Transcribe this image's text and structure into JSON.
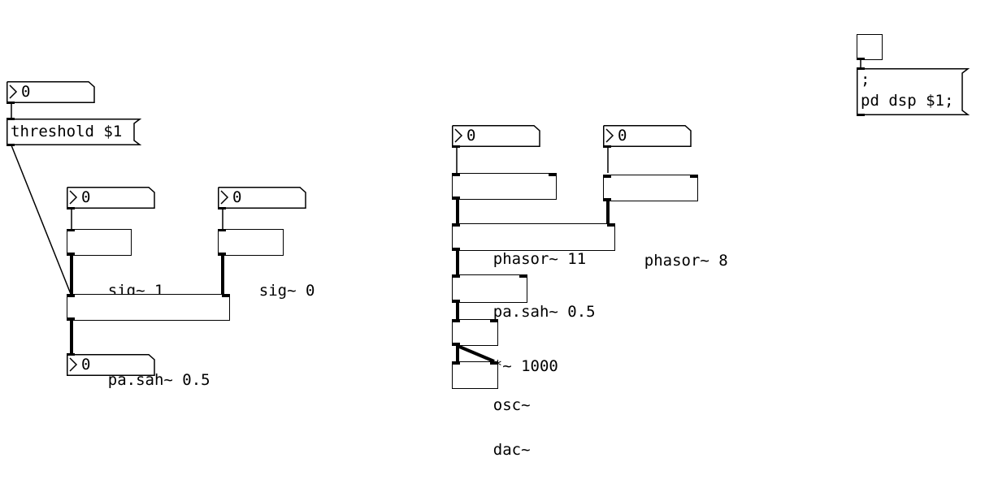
{
  "patch": {
    "left": {
      "threshold_number": "0",
      "threshold_message": "threshold $1",
      "sig1_number": "0",
      "sig1_object": "sig~ 1",
      "sig0_number": "0",
      "sig0_object": "sig~ 0",
      "sah_object": "pa.sah~ 0.5",
      "output_number": "0"
    },
    "middle": {
      "phasor11_number": "0",
      "phasor11_object": "phasor~ 11",
      "phasor8_number": "0",
      "phasor8_object": "phasor~ 8",
      "sah_object": "pa.sah~ 0.5",
      "mult_object": "*~ 1000",
      "osc_object": "osc~",
      "dac_object": "dac~"
    },
    "dsp": {
      "toggle": "dsp-toggle",
      "message_line1": ";",
      "message_line2": "pd dsp $1;"
    }
  }
}
